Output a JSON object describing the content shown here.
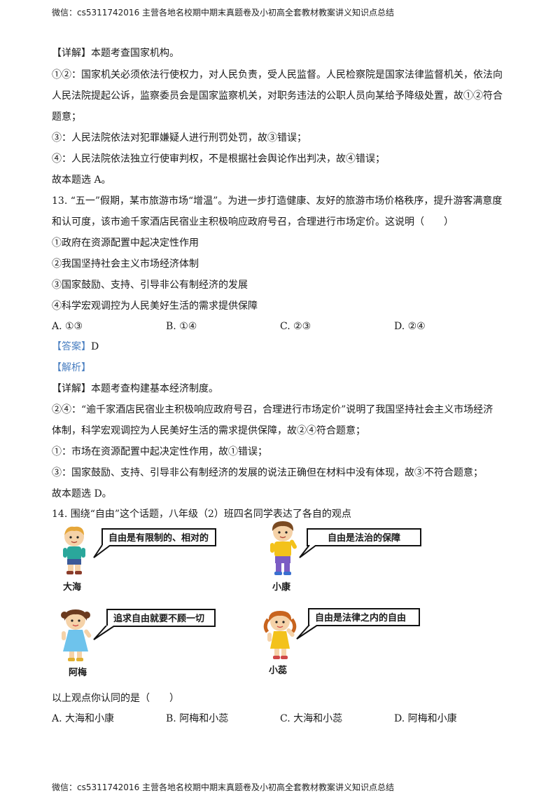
{
  "header": "微信：cs5311742016  主营各地名校期中期末真题卷及小初高全套教材教案讲义知识点总结",
  "footer": "微信：cs5311742016  主营各地名校期中期末真题卷及小初高全套教材教案讲义知识点总结",
  "q12_explain": [
    "【详解】本题考查国家机构。",
    "①②：国家机关必须依法行使权力，对人民负责，受人民监督。人民检察院是国家法律监督机关，依法向",
    "人民法院提起公诉，监察委员会是国家监察机关，对职务违法的公职人员向某给予降级处置，故①②符合",
    "题意；",
    "③：人民法院依法对犯罪嫌疑人进行刑罚处罚，故③错误；",
    "④：人民法院依法独立行使审判权，不是根据社会舆论作出判决，故④错误；",
    "故本题选 A。"
  ],
  "q13": {
    "stem": [
      "13. “五一”假期，某市旅游市场“增温”。为进一步打造健康、友好的旅游市场价格秩序，提升游客满意度",
      "和认可度，该市逾千家酒店民宿业主积极响应政府号召，合理进行市场定价。这说明（　　）"
    ],
    "items": [
      "①政府在资源配置中起决定性作用",
      "②我国坚持社会主义市场经济体制",
      "③国家鼓励、支持、引导非公有制经济的发展",
      "④科学宏观调控为人民美好生活的需求提供保障"
    ],
    "options": [
      "A. ①③",
      "B. ①④",
      "C. ②③",
      "D. ②④"
    ],
    "answer_label": "【答案】",
    "answer_value": "D",
    "analysis_label": "【解析】",
    "explain": [
      "【详解】本题考查构建基本经济制度。",
      "②④：“逾千家酒店民宿业主积极响应政府号召，合理进行市场定价”说明了我国坚持社会主义市场经济",
      "体制，科学宏观调控为人民美好生活的需求提供保障，故②④符合题意；",
      "①：市场在资源配置中起决定性作用，故①错误；",
      "③：国家鼓励、支持、引导非公有制经济的发展的说法正确但在材料中没有体现，故③不符合题意；",
      "故本题选 D。"
    ]
  },
  "q14": {
    "stem": "14. 围绕“自由”这个话题，八年级（2）班四名同学表达了各自的观点",
    "students": [
      {
        "name": "大海",
        "quote": "自由是有限制的、相对的"
      },
      {
        "name": "小康",
        "quote": "自由是法治的保障"
      },
      {
        "name": "阿梅",
        "quote": "追求自由就要不顾一切"
      },
      {
        "name": "小蕊",
        "quote": "自由是法律之内的自由"
      }
    ],
    "question": "以上观点你认同的是（　　）",
    "options": [
      "A. 大海和小康",
      "B. 阿梅和小蕊",
      "C. 大海和小蕊",
      "D. 阿梅和小康"
    ]
  },
  "colors": {
    "accent": "#4a7fc1",
    "text": "#1a1a1a"
  }
}
